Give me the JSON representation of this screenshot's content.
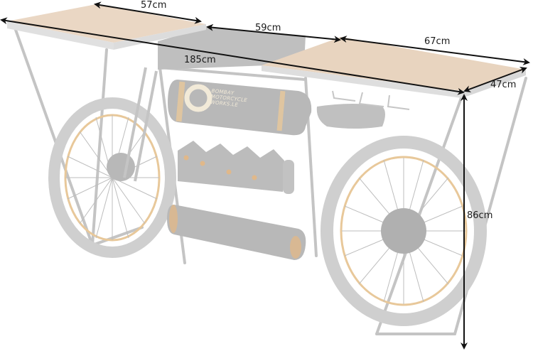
{
  "product": {
    "description": "Motorcycle-shaped bar table with dimension annotations",
    "tank_logo": {
      "line1": "BOMBAY",
      "line2": "MOTORCYCLE",
      "line3": "WORKS.LE"
    }
  },
  "dimensions": {
    "left_top_width": "57cm",
    "middle_gap": "59cm",
    "right_top_width": "67cm",
    "total_length": "185cm",
    "depth": "47cm",
    "height": "86cm"
  },
  "colors": {
    "background": "#ffffff",
    "annotation": "#111111",
    "wood": "#e9d6c3",
    "wood_edge": "#d8c6b4",
    "metal": "#c9c9c9",
    "metal_dark": "#b5b5b5",
    "brass": "#e8c89a",
    "tire": "#cfcfcf"
  }
}
